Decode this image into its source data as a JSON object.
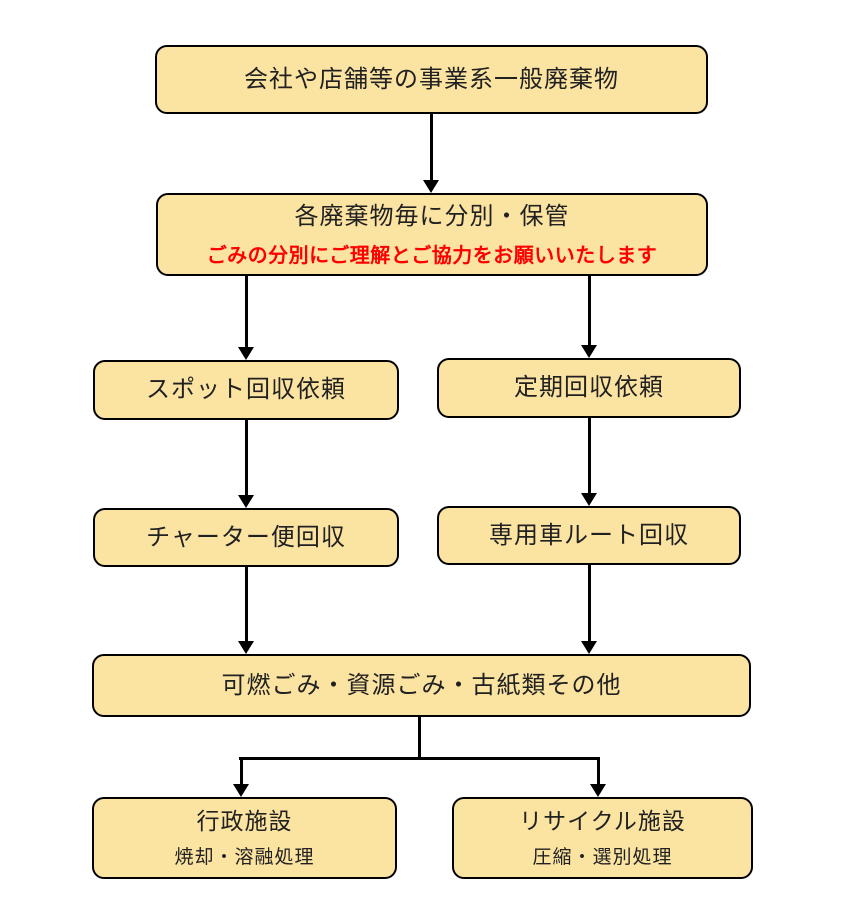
{
  "colors": {
    "background": "#FFFFFF",
    "node_fill": "#FBE3A2",
    "node_border": "#000000",
    "arrow": "#000000",
    "text": "#212121",
    "note_red": "#FF0000"
  },
  "nodes": {
    "business_waste": {
      "label": "会社や店舗等の事業系一般廃棄物"
    },
    "sort_store": {
      "label": "各廃棄物毎に分別・保管",
      "note": "ごみの分別にご理解とご協力をお願いいたします"
    },
    "spot_request": {
      "label": "スポット回収依頼"
    },
    "regular_request": {
      "label": "定期回収依頼"
    },
    "charter_collection": {
      "label": "チャーター便回収"
    },
    "route_collection": {
      "label": "専用車ルート回収"
    },
    "waste_types": {
      "label": "可燃ごみ・資源ごみ・古紙類その他"
    },
    "government_facility": {
      "label": "行政施設",
      "sublabel": "焼却・溶融処理"
    },
    "recycle_facility": {
      "label": "リサイクル施設",
      "sublabel": "圧縮・選別処理"
    }
  }
}
